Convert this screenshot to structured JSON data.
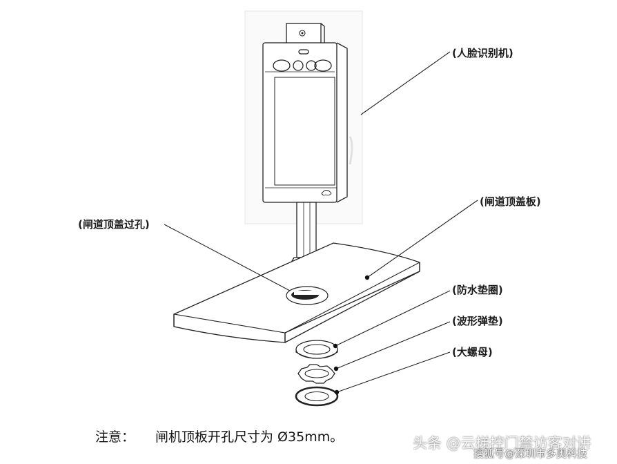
{
  "labels": {
    "face_recognizer": "(人脸识别机)",
    "gate_top_cover": "(闸道顶盖板)",
    "cover_hole": "(闸道顶盖过孔)",
    "waterproof_ring": "(防水垫圈)",
    "wave_spring_washer": "(波形弹垫)",
    "big_nut": "(大螺母)"
  },
  "note": {
    "prefix": "注意：",
    "text": "闸机顶板开孔尺寸为 Ø35mm。"
  },
  "watermarks": {
    "line1": "头条 @云梯控门禁访客对讲",
    "line2": "搜狐号@深圳市多奥科技"
  }
}
